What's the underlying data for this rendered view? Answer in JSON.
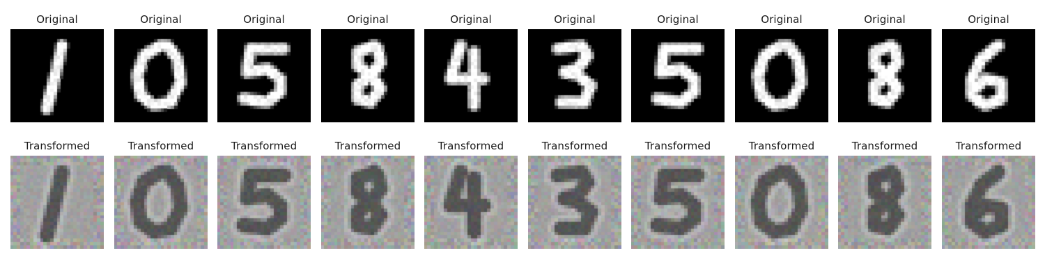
{
  "figure": {
    "rows": [
      {
        "name": "original",
        "label": "Original",
        "digits": [
          "1",
          "0",
          "5",
          "8",
          "4",
          "3",
          "5",
          "0",
          "8",
          "6"
        ]
      },
      {
        "name": "transformed",
        "label": "Transformed",
        "digits": [
          "1",
          "0",
          "5",
          "8",
          "4",
          "3",
          "5",
          "0",
          "8",
          "6"
        ]
      }
    ]
  }
}
